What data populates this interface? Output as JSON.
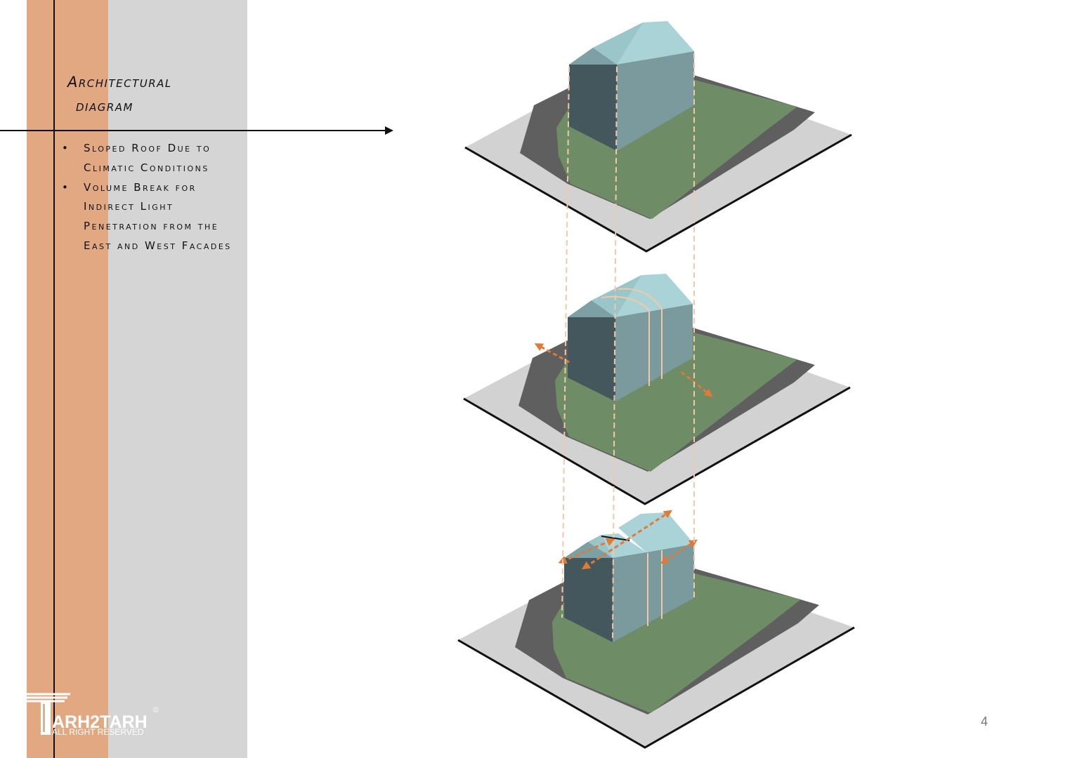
{
  "title": {
    "line1": "Architectural",
    "line2": "diagram"
  },
  "bullets": [
    "Sloped Roof Due to Climatic Conditions",
    "Volume Break for Indirect Light Penetration from the East and West Facades"
  ],
  "logo": {
    "text": "ARH2TARH",
    "sub": "ALL RIGHT RESERVED",
    "mark": "T",
    "copyright": "©"
  },
  "page_number": "4",
  "colors": {
    "band_orange": "#e2a882",
    "band_gray": "#d5d5d5",
    "grass": "#6e8c66",
    "path": "#5f5f5f",
    "slab": "#d2d2d2",
    "roof": "#a9d3d7",
    "wall_front": "#43575c",
    "wall_side": "#7b9a9e",
    "accent": "#e07a36"
  },
  "diagram_stages": [
    "base-volume",
    "volume-break",
    "roof-split"
  ]
}
